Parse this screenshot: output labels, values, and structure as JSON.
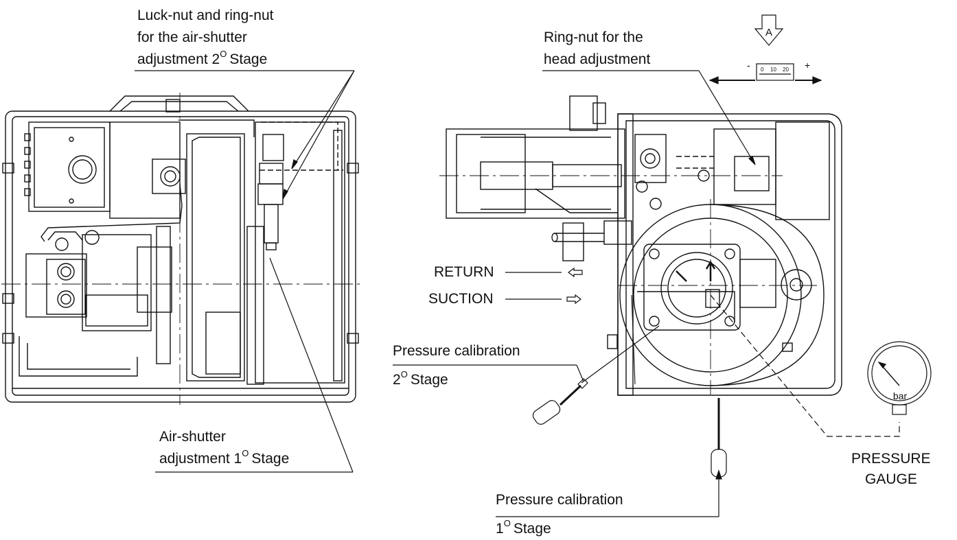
{
  "labels": {
    "luck_nut_1": "Luck-nut and ring-nut",
    "luck_nut_2": "for the air-shutter",
    "luck_nut_3": "adjustment 2",
    "luck_nut_3_sup": "O",
    "luck_nut_3_tail": "Stage",
    "ring_nut_1": "Ring-nut for the",
    "ring_nut_2": "head adjustment",
    "arrow_a": "A",
    "scale_minus": "-",
    "scale_plus": "+",
    "scale_0": "0",
    "scale_10": "10",
    "scale_20": "20",
    "return": "RETURN",
    "suction": "SUCTION",
    "pc2_1": "Pressure calibration",
    "pc2_2": "2",
    "pc2_2_sup": "O",
    "pc2_2_tail": "Stage",
    "air_shutter_1": "Air-shutter",
    "air_shutter_2": "adjustment 1",
    "air_shutter_2_sup": "O",
    "air_shutter_2_tail": "Stage",
    "pc1_1": "Pressure calibration",
    "pc1_2": "1",
    "pc1_2_sup": "O",
    "pc1_2_tail": "Stage",
    "gauge_1": "PRESSURE",
    "gauge_2": "GAUGE",
    "gauge_unit": "bar"
  }
}
